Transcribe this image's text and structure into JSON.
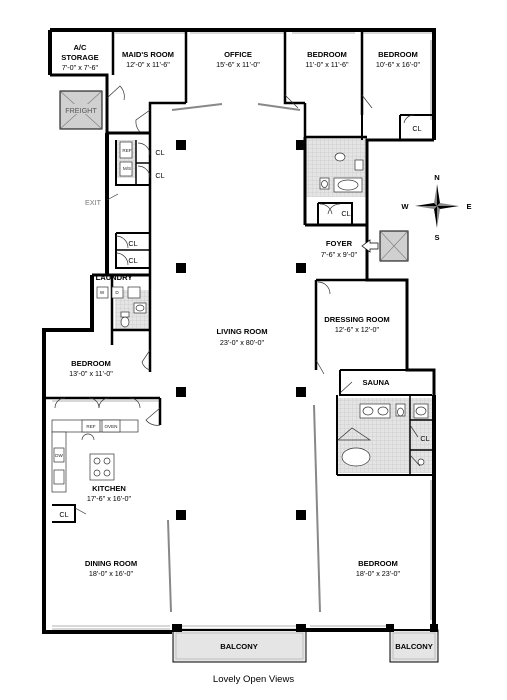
{
  "caption": "Lovely Open Views",
  "rooms": {
    "ac_storage": {
      "name_line1": "A/C",
      "name_line2": "STORAGE",
      "dims": "7'-0\" x 7'-6\""
    },
    "maids_room": {
      "name": "MAID'S ROOM",
      "dims": "12'-0\" x 11'-6\""
    },
    "office": {
      "name": "OFFICE",
      "dims": "15'-6\" x 11'-0\""
    },
    "bedroom_n1": {
      "name": "BEDROOM",
      "dims": "11'-0\" x 11'-6\""
    },
    "bedroom_n2": {
      "name": "BEDROOM",
      "dims": "10'-6\" x 16'-0\""
    },
    "freight": {
      "name": "FREIGHT"
    },
    "exit": {
      "name": "EXIT"
    },
    "laundry": {
      "name": "LAUNDRY"
    },
    "foyer": {
      "name": "FOYER",
      "dims": "7'-6\" x 9'-0\""
    },
    "living_room": {
      "name": "LIVING ROOM",
      "dims": "23'-0\" x 80'-0\""
    },
    "dressing_room": {
      "name": "DRESSING ROOM",
      "dims": "12'-6\" x 12'-0\""
    },
    "sauna": {
      "name": "SAUNA"
    },
    "bedroom_w": {
      "name": "BEDROOM",
      "dims": "13'-0\" x 11'-0\""
    },
    "kitchen": {
      "name": "KITCHEN",
      "dims": "17'-6\" x 16'-0\""
    },
    "dining_room": {
      "name": "DINING ROOM",
      "dims": "18'-0\" x 16'-0\""
    },
    "bedroom_master": {
      "name": "BEDROOM",
      "dims": "18'-0\" x 23'-0\""
    },
    "balcony_w": {
      "name": "BALCONY"
    },
    "balcony_e": {
      "name": "BALCONY"
    }
  },
  "closet_label": "CL",
  "appliances": {
    "ref": "REF",
    "oven": "OVEN",
    "dw": "DW",
    "wash": "W",
    "dry": "D",
    "ref_small": "REF",
    "ms": "M/S"
  },
  "compass": {
    "n": "N",
    "s": "S",
    "e": "E",
    "w": "W"
  },
  "colors": {
    "wall": "#000000",
    "balcony": "#e5e5e5",
    "tile_floor": "#cfcfcf",
    "freight_fill": "#d0d0d0"
  }
}
